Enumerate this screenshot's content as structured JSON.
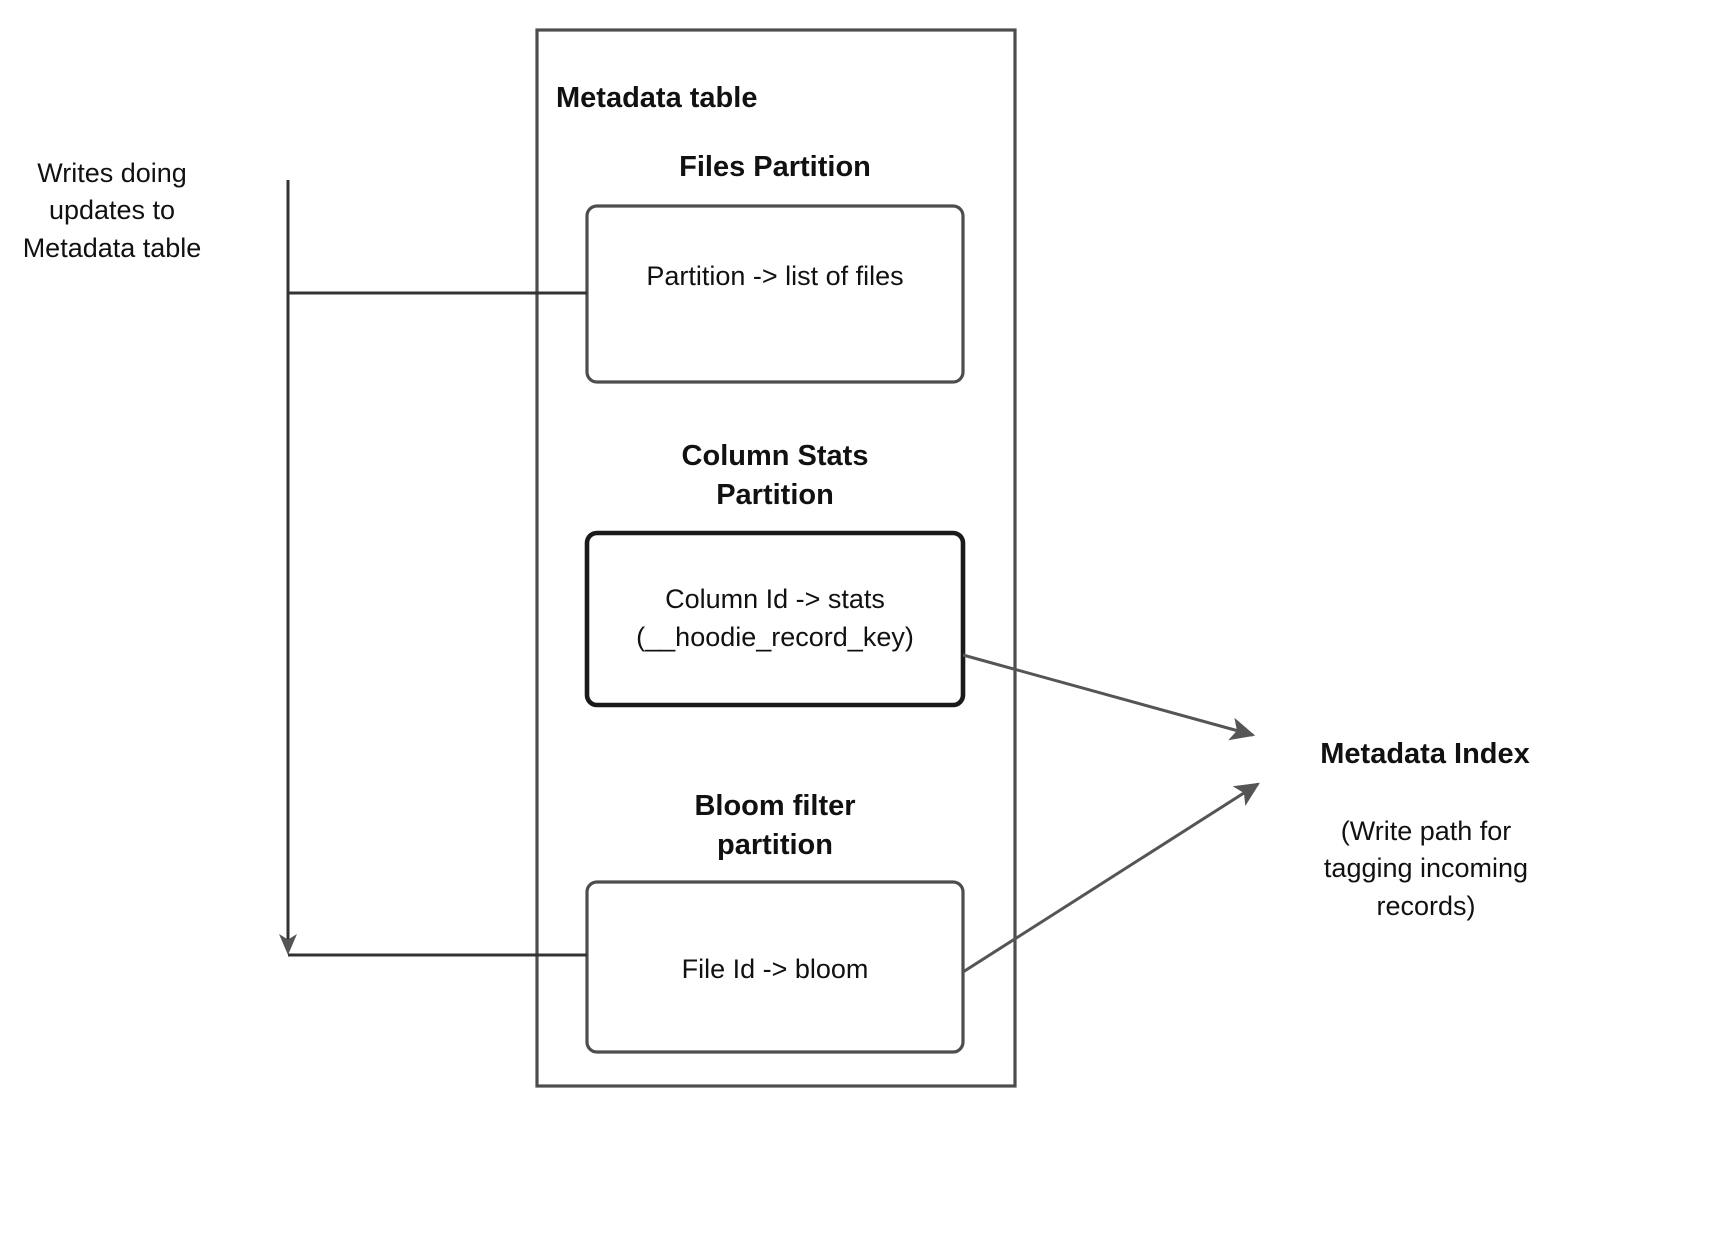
{
  "diagram": {
    "title_hidden": "Hudi metadata table and metadata index diagram",
    "left_note": "Writes doing\nupdates to\nMetadata table",
    "metadata_table": {
      "title": "Metadata table",
      "partitions": [
        {
          "id": "files",
          "title": "Files Partition",
          "box_text": "Partition -> list of files"
        },
        {
          "id": "column-stats",
          "title": "Column Stats\nPartition",
          "box_text": "Column Id  -> stats\n(__hoodie_record_key)"
        },
        {
          "id": "bloom-filter",
          "title": "Bloom filter\npartition",
          "box_text": "File Id -> bloom"
        }
      ]
    },
    "metadata_index": {
      "title": "Metadata Index",
      "caption": "(Write path for\ntagging incoming\nrecords)"
    },
    "colors": {
      "stroke": "#4d4d4d",
      "stroke_strong": "#1a1a1a",
      "arrow_fill": "#555555",
      "text": "#111111",
      "background": "#ffffff"
    },
    "connectors": [
      {
        "id": "writes-to-files",
        "from": "left-note-line",
        "to": "files-partition-box"
      },
      {
        "id": "writes-to-bloom",
        "from": "left-note-line",
        "to": "bloom-filter-box"
      },
      {
        "id": "colstats-to-index",
        "from": "column-stats-box",
        "to": "metadata-index"
      },
      {
        "id": "bloom-to-index",
        "from": "bloom-filter-box",
        "to": "metadata-index"
      }
    ]
  }
}
